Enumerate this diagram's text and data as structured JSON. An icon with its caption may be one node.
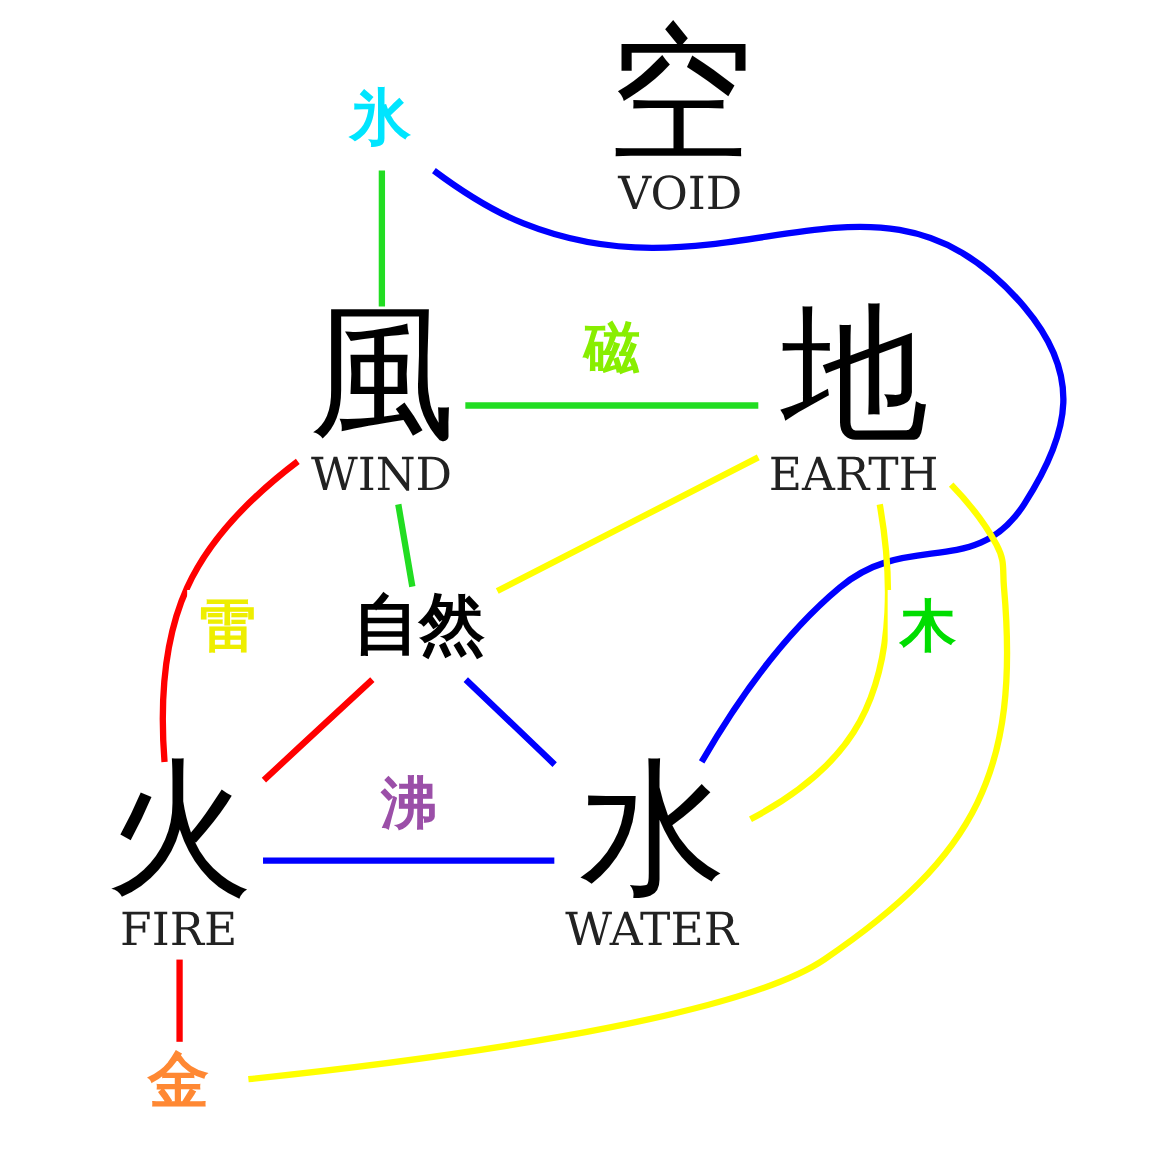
{
  "diagram": {
    "nodes": [
      {
        "text": [
          "空",
          "VOID"
        ]
      },
      {
        "text": [
          "氷"
        ]
      },
      {
        "text": [
          "風",
          "WIND"
        ]
      },
      {
        "text": [
          "地",
          "EARTH"
        ]
      },
      {
        "text": [
          "自然"
        ]
      },
      {
        "text": [
          "火",
          "FIRE"
        ]
      },
      {
        "text": [
          "水",
          "WATER"
        ]
      },
      {
        "text": [
          "金"
        ]
      }
    ],
    "edges": [
      {
        "from": 2,
        "to": 3,
        "arrow": "none",
        "label": "磁",
        "color": "#22dd22"
      },
      {
        "from": 2,
        "to": 4,
        "arrow": "none",
        "color": "#22dd22"
      },
      {
        "from": 3,
        "to": 4,
        "arrow": "none",
        "color": "#ffff00"
      },
      {
        "from": 4,
        "to": 6,
        "arrow": "none",
        "color": "#0000ff"
      },
      {
        "from": 4,
        "to": 5,
        "arrow": "none",
        "color": "#ff0000"
      },
      {
        "from": 5,
        "to": 6,
        "arrow": "none",
        "label": "沸",
        "color": "#0000ff"
      },
      {
        "from": 2,
        "to": 5,
        "arrow": "none",
        "label": "雷",
        "color": "#ff0000"
      },
      {
        "from": 3,
        "to": 6,
        "arrow": "none",
        "label": "木",
        "color": "#ffff00"
      },
      {
        "from": 1,
        "to": 2,
        "arrow": "none",
        "color": "#22dd22"
      },
      {
        "from": 1,
        "to": 6,
        "arrow": "none",
        "color": "#0000ff"
      },
      {
        "from": 5,
        "to": 7,
        "arrow": "none",
        "color": "#ff0000"
      },
      {
        "from": 3,
        "to": 7,
        "arrow": "none",
        "color": "#ffff00"
      }
    ]
  }
}
